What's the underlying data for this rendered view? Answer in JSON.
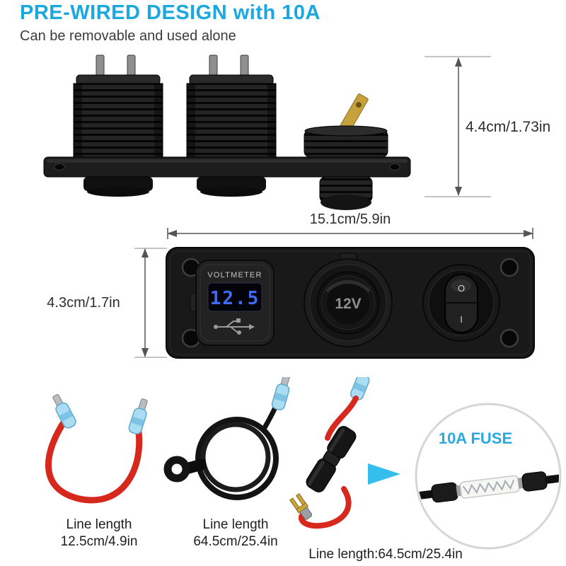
{
  "header": {
    "title": "PRE-WIRED DESIGN with 10A",
    "subtitle": "Can be removable and used alone"
  },
  "dimensions": {
    "socket_depth": "4.4cm/1.73in",
    "panel_width": "15.1cm/5.9in",
    "panel_height": "4.3cm/1.7in"
  },
  "panel": {
    "voltmeter_label": "VOLTMETER",
    "voltmeter_reading": "12.5",
    "socket_label": "12V",
    "switch_off": "O",
    "switch_on": "I"
  },
  "wires": {
    "red_jumper": {
      "label": "Line length",
      "length": "12.5cm/4.9in"
    },
    "black_ground": {
      "label": "Line length",
      "length": "64.5cm/25.4in"
    },
    "fuse_wire": {
      "length_label": "Line length:64.5cm/25.4in"
    }
  },
  "fuse_callout": {
    "label": "10A FUSE"
  },
  "colors": {
    "accent_blue": "#1ba7e0",
    "wire_red": "#d7281e",
    "connector_blue": "#aadcf2",
    "led_blue": "#3f6bf5",
    "arrow_cyan": "#35bdec",
    "panel_black": "#191919"
  }
}
